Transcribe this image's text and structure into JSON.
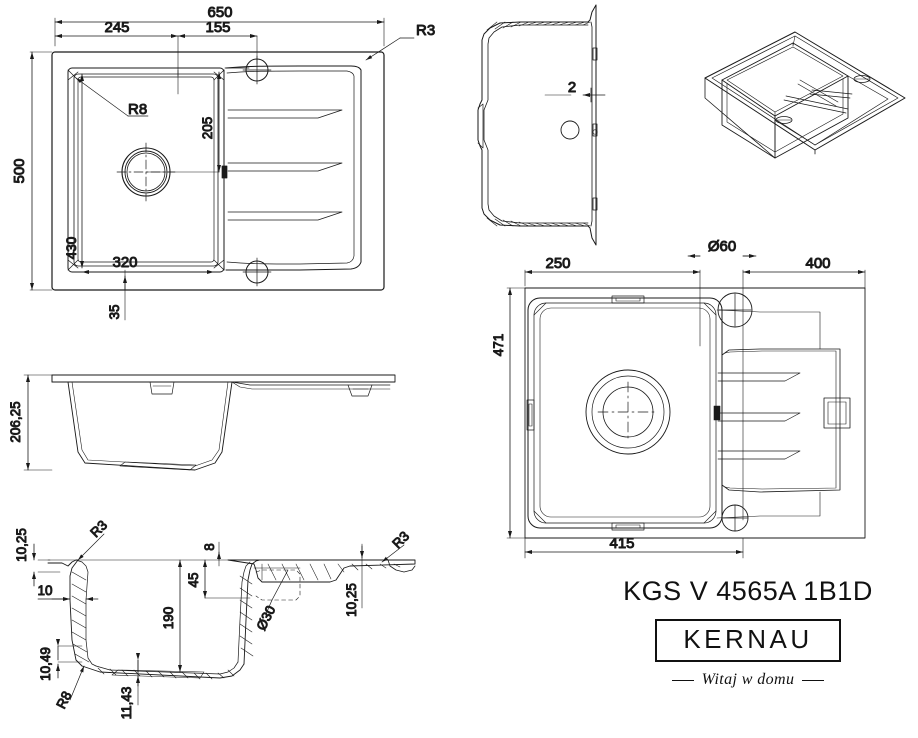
{
  "sheet": {
    "kind": "technical-drawing",
    "product": "kitchen sink",
    "background_color": "#ffffff",
    "line_color": "#1a1a1a"
  },
  "title_block": {
    "model_name": "KGS V 4565A 1B1D",
    "brand": "KERNAU",
    "tagline": "Witaj w domu"
  },
  "views": {
    "top_plan": {
      "name": "top-plan-view",
      "dimensions": {
        "overall_width": "650",
        "overall_height": "500",
        "bowl_left_offset": "245",
        "tap_hole_offset": "155",
        "drain_center_from_top": "205",
        "bowl_inner_height": "430",
        "bowl_inner_width": "320",
        "bowl_bottom_offset": "35",
        "corner_radius_outer": "R3",
        "corner_radius_bowl": "R8"
      }
    },
    "side_section_vertical": {
      "name": "vertical-section-view",
      "dimensions": {
        "wall_thickness": "2"
      }
    },
    "isometric": {
      "name": "isometric-view"
    },
    "cabinet_plan": {
      "name": "cutout-plan-view",
      "dimensions": {
        "left_span": "250",
        "hole_diameter": "Ø60",
        "right_span": "400",
        "cutout_height": "471",
        "cutout_inner_width": "415"
      }
    },
    "front_elevation": {
      "name": "front-elevation-view",
      "dimensions": {
        "total_depth": "206,25"
      }
    },
    "detail_section": {
      "name": "detail-section-view",
      "dimensions": {
        "rim_left": "10,25",
        "radius_left_top": "R3",
        "wall_left": "10",
        "base_left": "10,49",
        "radius_base": "R8",
        "base_thickness": "11,43",
        "bowl_depth": "190",
        "drain_ledge": "45",
        "ledge_thickness": "8",
        "overflow_diameter": "Ø30",
        "rim_right": "10,25",
        "radius_right_top": "R3"
      }
    }
  }
}
